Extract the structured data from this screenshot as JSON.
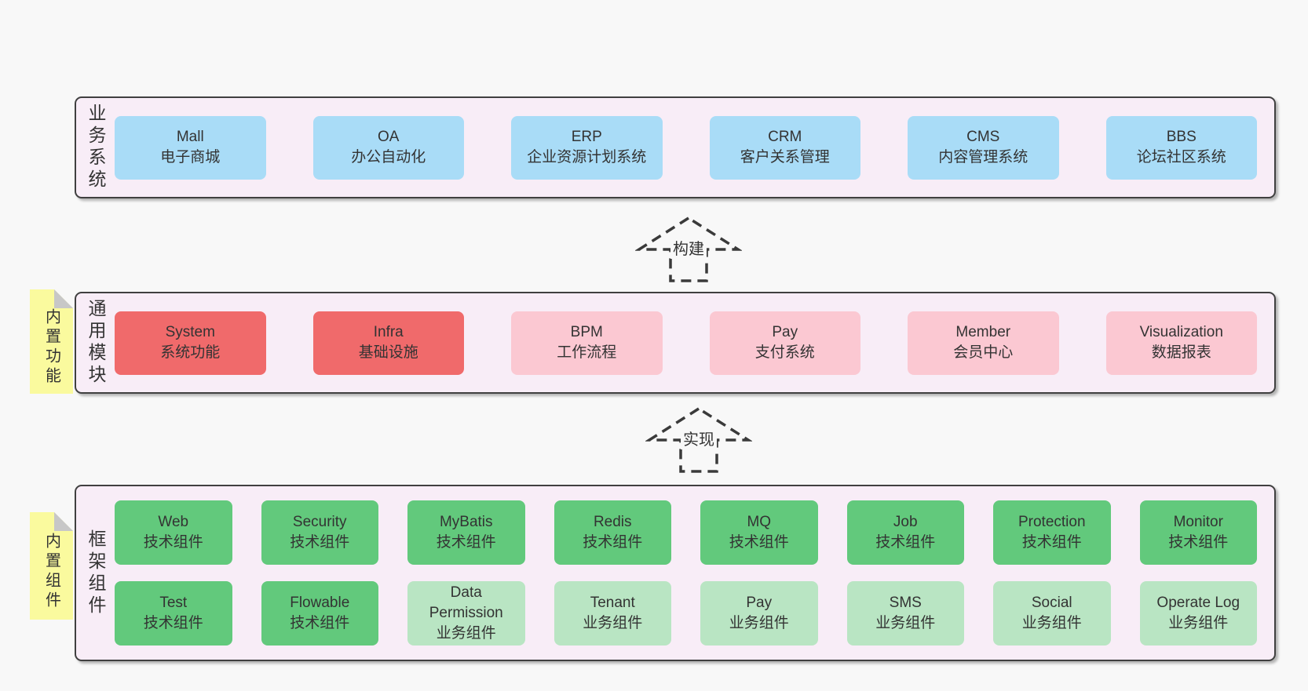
{
  "tabs": {
    "features": "内置功能",
    "components": "内置组件"
  },
  "arrows": {
    "build": {
      "label": "构建"
    },
    "implement": {
      "label": "实现"
    }
  },
  "layers": {
    "business": {
      "label": "业务系统",
      "boxes": [
        {
          "name": "Mall",
          "desc": "电子商城"
        },
        {
          "name": "OA",
          "desc": "办公自动化"
        },
        {
          "name": "ERP",
          "desc": "企业资源计划系统"
        },
        {
          "name": "CRM",
          "desc": "客户关系管理"
        },
        {
          "name": "CMS",
          "desc": "内容管理系统"
        },
        {
          "name": "BBS",
          "desc": "论坛社区系统"
        }
      ]
    },
    "modules": {
      "label": "通用模块",
      "boxes": [
        {
          "name": "System",
          "desc": "系统功能"
        },
        {
          "name": "Infra",
          "desc": "基础设施"
        },
        {
          "name": "BPM",
          "desc": "工作流程"
        },
        {
          "name": "Pay",
          "desc": "支付系统"
        },
        {
          "name": "Member",
          "desc": "会员中心"
        },
        {
          "name": "Visualization",
          "desc": "数据报表"
        }
      ]
    },
    "framework": {
      "label": "框架组件",
      "row1": [
        {
          "name": "Web",
          "desc": "技术组件"
        },
        {
          "name": "Security",
          "desc": "技术组件"
        },
        {
          "name": "MyBatis",
          "desc": "技术组件"
        },
        {
          "name": "Redis",
          "desc": "技术组件"
        },
        {
          "name": "MQ",
          "desc": "技术组件"
        },
        {
          "name": "Job",
          "desc": "技术组件"
        },
        {
          "name": "Protection",
          "desc": "技术组件"
        },
        {
          "name": "Monitor",
          "desc": "技术组件"
        }
      ],
      "row2": [
        {
          "name": "Test",
          "desc": "技术组件"
        },
        {
          "name": "Flowable",
          "desc": "技术组件"
        },
        {
          "name": "Data Permission",
          "desc": "业务组件"
        },
        {
          "name": "Tenant",
          "desc": "业务组件"
        },
        {
          "name": "Pay",
          "desc": "业务组件"
        },
        {
          "name": "SMS",
          "desc": "业务组件"
        },
        {
          "name": "Social",
          "desc": "业务组件"
        },
        {
          "name": "Operate Log",
          "desc": "业务组件"
        }
      ]
    }
  },
  "colors": {
    "page_background": "#f8f8f8",
    "container_fill": "#f8edf7",
    "container_border": "#404040",
    "business_box": "#a9dcf7",
    "core_module_box": "#f06a6b",
    "module_box": "#fbc8d2",
    "tech_component_box": "#62c97c",
    "biz_component_box": "#b9e5c3",
    "sticky_tab": "#fafa9e",
    "tab_fold": "#c7c7c7",
    "text": "#333333"
  }
}
